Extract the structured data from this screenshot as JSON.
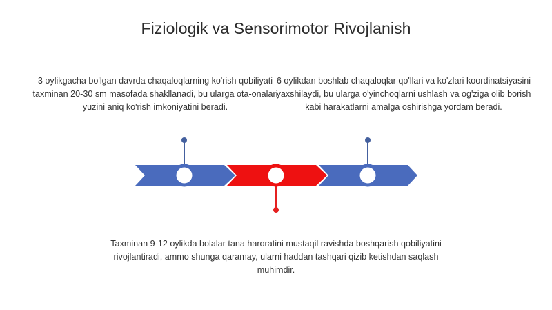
{
  "slide": {
    "title": "Fiziologik va Sensorimotor Rivojlanish"
  },
  "colors": {
    "blue": "#4a6bbd",
    "red": "#ee1111",
    "marker_blue": "#44609e",
    "marker_red": "#e52020"
  },
  "timeline": {
    "segments": [
      "blue",
      "red",
      "blue"
    ],
    "milestones": [
      {
        "text": "3 oylikgacha bo'lgan davrda chaqaloqlarning ko'rish qobiliyati taxminan 20-30 sm masofada shakllanadi, bu ularga ota-onalari yuzini aniq ko'rish imkoniyatini beradi.",
        "color": "blue",
        "label_side": "top"
      },
      {
        "text": "Taxminan 9-12 oylikda bolalar tana haroratini mustaqil ravishda boshqarish qobiliyatini rivojlantiradi, ammo shunga qaramay, ularni haddan tashqari qizib ketishdan saqlash muhimdir.",
        "color": "red",
        "label_side": "bottom"
      },
      {
        "text": "6 oylikdan boshlab chaqaloqlar qo'llari va ko'zlari koordinatsiyasini yaxshilaydi, bu ularga o'yinchoqlarni ushlash va og'ziga olib borish kabi harakatlarni amalga oshirishga yordam beradi.",
        "color": "blue",
        "label_side": "top"
      }
    ]
  }
}
